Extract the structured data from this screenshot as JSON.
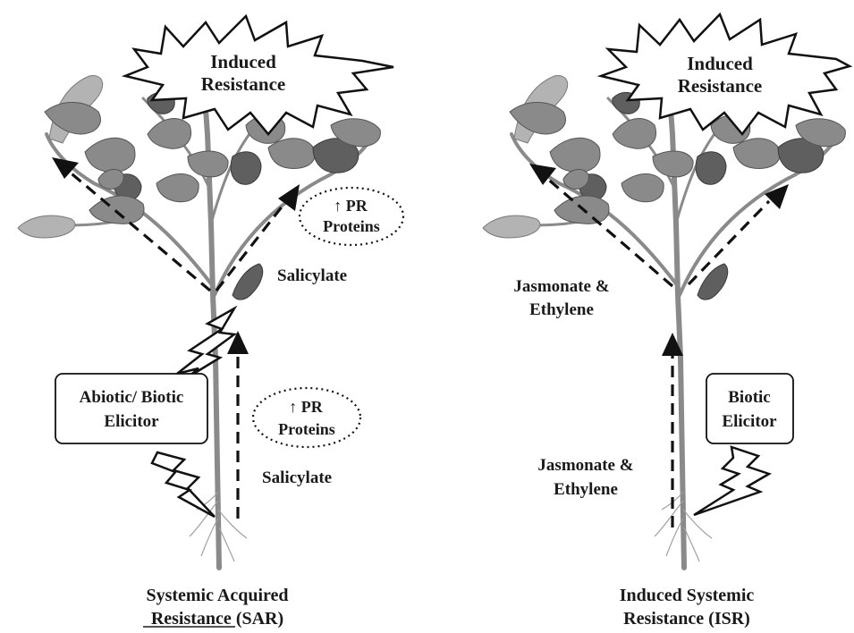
{
  "sar": {
    "burst_line1": "Induced",
    "burst_line2": "Resistance",
    "pr_upper": {
      "arrow": "↑",
      "line1": "PR",
      "line2": "Proteins"
    },
    "pr_lower": {
      "arrow": "↑",
      "line1": "PR",
      "line2": "Proteins"
    },
    "salicylate_upper": "Salicylate",
    "salicylate_lower": "Salicylate",
    "elicitor_line1": "Abiotic/ Biotic",
    "elicitor_line2": "Elicitor",
    "caption_line1": "Systemic Acquired",
    "caption_line2_underlined": "Resistance",
    "caption_line2_rest": " (SAR)"
  },
  "isr": {
    "burst_line1": "Induced",
    "burst_line2": "Resistance",
    "signal_upper_line1": "Jasmonate &",
    "signal_upper_line2": "Ethylene",
    "signal_lower_line1": "Jasmonate &",
    "signal_lower_line2": "Ethylene",
    "elicitor_line1": "Biotic",
    "elicitor_line2": "Elicitor",
    "caption_line1": "Induced Systemic",
    "caption_line2": "Resistance (ISR)"
  }
}
